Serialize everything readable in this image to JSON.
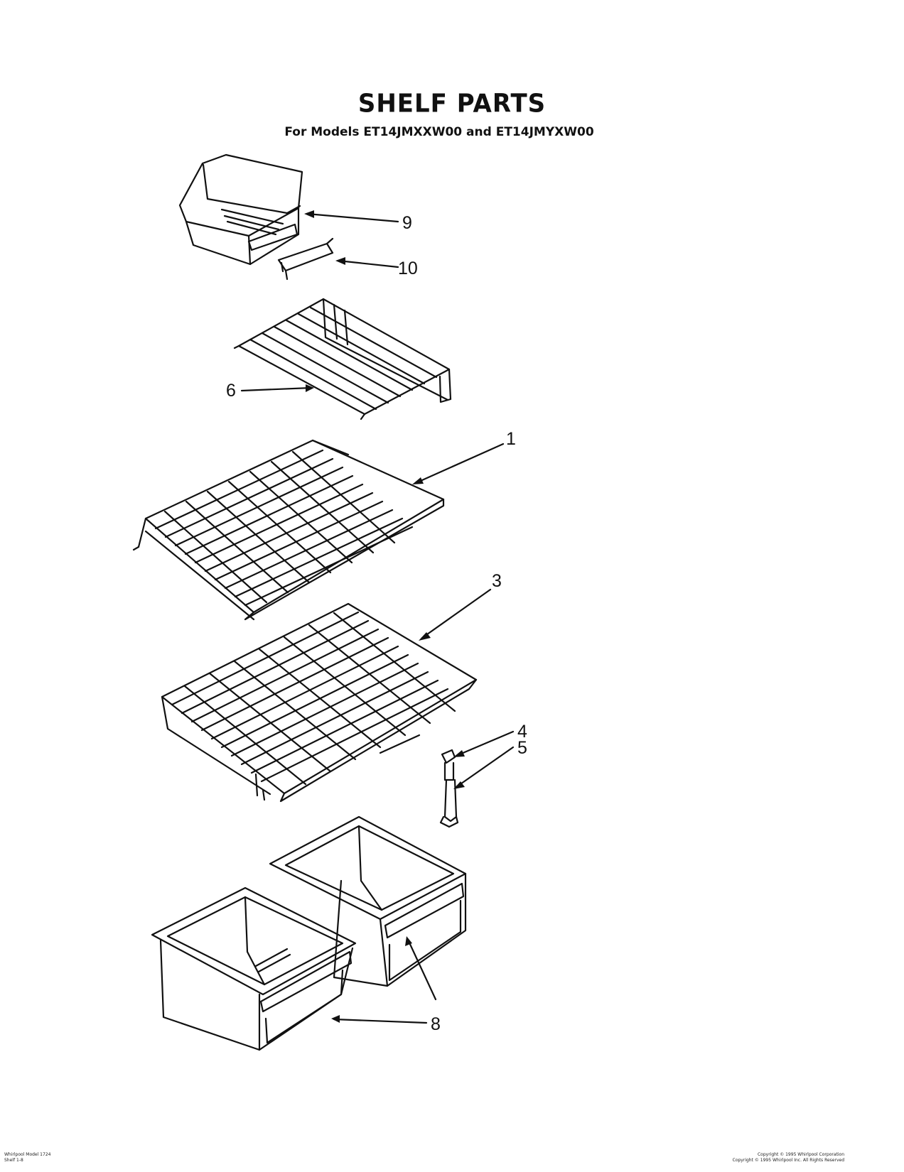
{
  "header": {
    "title": "SHELF PARTS",
    "subtitle": "For Models ET14JMXXW00 and ET14JMYXW00"
  },
  "callouts": {
    "c1": "1",
    "c3": "3",
    "c4": "4",
    "c5": "5",
    "c6": "6",
    "c8": "8",
    "c9": "9",
    "c10": "10"
  },
  "footer": {
    "left_line1": "Whirlpool Model 1724",
    "left_line2": "Shelf 1-8",
    "right_line1": "Copyright © 1995 Whirlpool Corporation",
    "right_line2": "Copyright © 1995 Whirlpool Inc. All Rights Reserved"
  }
}
